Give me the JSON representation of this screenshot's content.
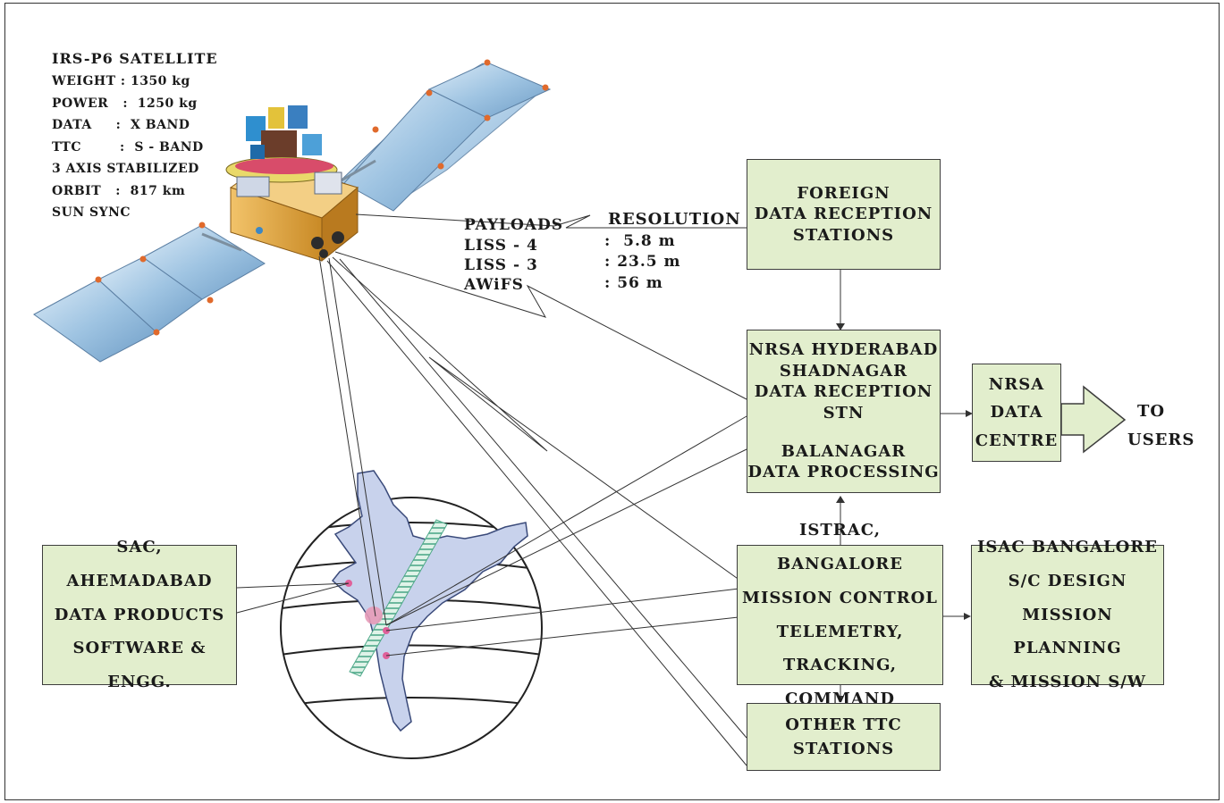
{
  "satellite": {
    "title": "IRS-P6 SATELLITE",
    "specs": [
      "WEIGHT : 1350 kg",
      "POWER   :  1250 kg",
      "DATA     :  X BAND",
      "TTC        :  S - BAND",
      "3 AXIS STABILIZED",
      "ORBIT   :  817 km",
      "SUN SYNC"
    ]
  },
  "payloads": {
    "header": "PAYLOADS",
    "items": [
      "LISS - 4",
      "LISS - 3",
      "AWiFS"
    ],
    "resolution_header": "RESOLUTION",
    "resolutions": [
      ":  5.8 m",
      ": 23.5 m",
      ": 56 m"
    ]
  },
  "boxes": {
    "foreign": [
      "FOREIGN",
      "DATA RECEPTION",
      "STATIONS"
    ],
    "nrsa_main_top": [
      "NRSA HYDERABAD",
      "SHADNAGAR",
      "DATA RECEPTION STN"
    ],
    "nrsa_main_bottom": [
      "BALANAGAR",
      "DATA PROCESSING"
    ],
    "nrsa_centre": [
      "NRSA",
      "DATA",
      "CENTRE"
    ],
    "istrac": [
      "ISTRAC, BANGALORE",
      "MISSION CONTROL",
      "TELEMETRY,",
      "TRACKING, COMMAND"
    ],
    "isac": [
      "ISAC BANGALORE",
      "S/C DESIGN",
      "MISSION PLANNING",
      "& MISSION S/W"
    ],
    "other_ttc": [
      "OTHER TTC",
      "STATIONS"
    ],
    "sac": [
      "SAC, AHEMADABAD",
      "DATA PRODUCTS",
      "SOFTWARE & ENGG."
    ]
  },
  "to_users": [
    "TO",
    "USERS"
  ],
  "colors": {
    "box_fill": "#e2eecd",
    "panel_blue": "#a8cbe6",
    "map_fill": "#c8d2ec",
    "bus_gold": "#e0a53c",
    "marker_pink": "#e0609a"
  }
}
